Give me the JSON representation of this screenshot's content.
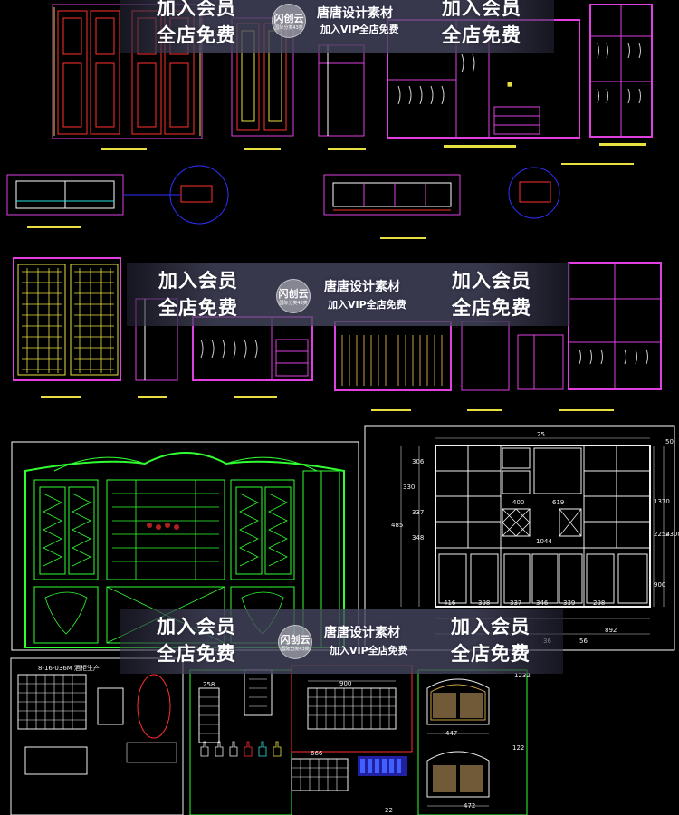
{
  "watermark": {
    "promo_line1": "加入会员",
    "promo_line2": "全店免费",
    "brand": "唐唐设计素材",
    "vip": "加入VIP全店免费",
    "logo_text": "闪创云",
    "logo_sub": "国际分类43类"
  },
  "drawing": {
    "title_block": "8-16-036M 酒柜生产",
    "dims_plan": [
      "25",
      "50",
      "306",
      "330",
      "337",
      "348",
      "485",
      "400",
      "619",
      "1044",
      "416",
      "398",
      "337",
      "346",
      "339",
      "298",
      "900",
      "892",
      "1370",
      "2254",
      "2300",
      "36",
      "56"
    ],
    "dims_detail": [
      "900",
      "666",
      "447",
      "472",
      "122",
      "1232",
      "258",
      "22"
    ]
  },
  "colors": {
    "background": "#000000",
    "cad_magenta": "#e040e0",
    "cad_red": "#ff3030",
    "cad_yellow": "#e8e040",
    "cad_green": "#30ff30",
    "cad_white": "#f0f0f0",
    "cad_cyan": "#30e0e0",
    "cad_blue": "#3030ff"
  }
}
